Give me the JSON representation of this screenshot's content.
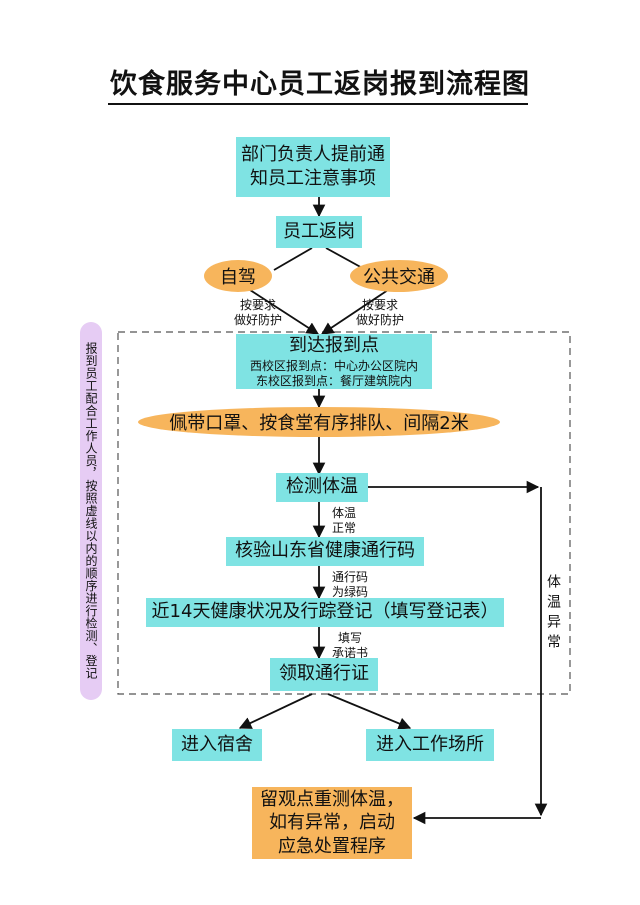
{
  "title": "饮食服务中心员工返岗报到流程图",
  "step_notify": [
    "部门负责人提前通",
    "知员工注意事项"
  ],
  "step_return": "员工返岗",
  "option_self_drive": "自驾",
  "option_public": "公共交通",
  "note_left": [
    "按要求",
    "做好防护"
  ],
  "note_right": [
    "按要求",
    "做好防护"
  ],
  "step_arrive": {
    "title": "到达报到点",
    "west": "西校区报到点：中心办公区院内",
    "east": "东校区报到点：餐厅建筑院内"
  },
  "step_mask": "佩带口罩、按食堂有序排队、间隔2米",
  "step_temp": "检测体温",
  "note_temp_normal": [
    "体温",
    "正常"
  ],
  "step_health_code": "核验山东省健康通行码",
  "note_code_green": [
    "通行码",
    "为绿码"
  ],
  "step_register": "近14天健康状况及行踪登记（填写登记表）",
  "note_fill": [
    "填写",
    "承诺书"
  ],
  "step_pass": "领取通行证",
  "step_dorm": "进入宿舍",
  "step_work": "进入工作场所",
  "abnormal_label": "体温异常",
  "step_recheck": [
    "留观点重测体温，",
    "如有异常，启动",
    "应急处置程序"
  ],
  "side_note": "报到员工配合工作人员，按照虚线以内的顺序进行检测、登记",
  "colors": {
    "cyan": "#7fe3e3",
    "orange": "#f7b55c",
    "lavender": "#e6ccf4"
  }
}
